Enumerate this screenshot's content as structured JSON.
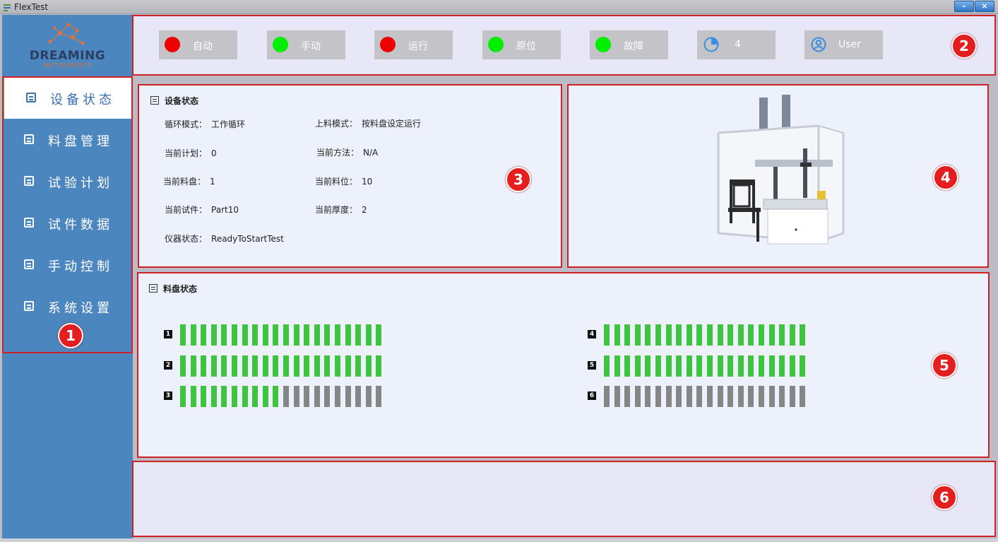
{
  "window": {
    "title": "FlexTest",
    "min_label": "–",
    "close_label": "×"
  },
  "logo": {
    "brand": "DREAMING",
    "sub": "INSTRUMENTS"
  },
  "sidebar": {
    "items": [
      {
        "label": "设备状态",
        "icon": "checklist-icon",
        "active": true
      },
      {
        "label": "料盘管理",
        "icon": "grid-icon",
        "active": false
      },
      {
        "label": "试验计划",
        "icon": "calendar-icon",
        "active": false
      },
      {
        "label": "试件数据",
        "icon": "document-icon",
        "active": false
      },
      {
        "label": "手动控制",
        "icon": "square-icon",
        "active": false
      },
      {
        "label": "系统设置",
        "icon": "settings-grid-icon",
        "active": false
      }
    ]
  },
  "header": {
    "indicators": [
      {
        "label": "自动",
        "color": "#ee0000"
      },
      {
        "label": "手动",
        "color": "#00ee00"
      },
      {
        "label": "运行",
        "color": "#ee0000"
      },
      {
        "label": "原位",
        "color": "#00ee00"
      },
      {
        "label": "故障",
        "color": "#00ee00"
      }
    ],
    "counter": {
      "value": "4",
      "icon": "pie-clock-icon"
    },
    "user": {
      "label": "User",
      "icon": "user-icon"
    }
  },
  "device_status": {
    "title": "设备状态",
    "fields": [
      {
        "key": "循环模式：",
        "value": "工作循环"
      },
      {
        "key": "上料模式：",
        "value": "按料盘设定运行"
      },
      {
        "key": "当前计划：",
        "value": "0"
      },
      {
        "key": "当前方法：",
        "value": "N/A"
      },
      {
        "key": "当前料盘：",
        "value": "1"
      },
      {
        "key": "当前料位：",
        "value": "10"
      },
      {
        "key": "当前试件：",
        "value": "Part10"
      },
      {
        "key": "当前厚度：",
        "value": "2"
      },
      {
        "key": "仪器状态：",
        "value": "ReadyToStartTest"
      }
    ]
  },
  "tray_status": {
    "title": "料盘状态",
    "slots_per_tray": 20,
    "colors": {
      "filled": "#3ec43e",
      "empty": "#868686"
    },
    "trays": [
      {
        "label": "1",
        "filled": 20
      },
      {
        "label": "2",
        "filled": 20
      },
      {
        "label": "3",
        "filled": 10
      },
      {
        "label": "4",
        "filled": 20
      },
      {
        "label": "5",
        "filled": 20
      },
      {
        "label": "6",
        "filled": 0
      }
    ]
  },
  "annotations": [
    "1",
    "2",
    "3",
    "4",
    "5",
    "6"
  ]
}
